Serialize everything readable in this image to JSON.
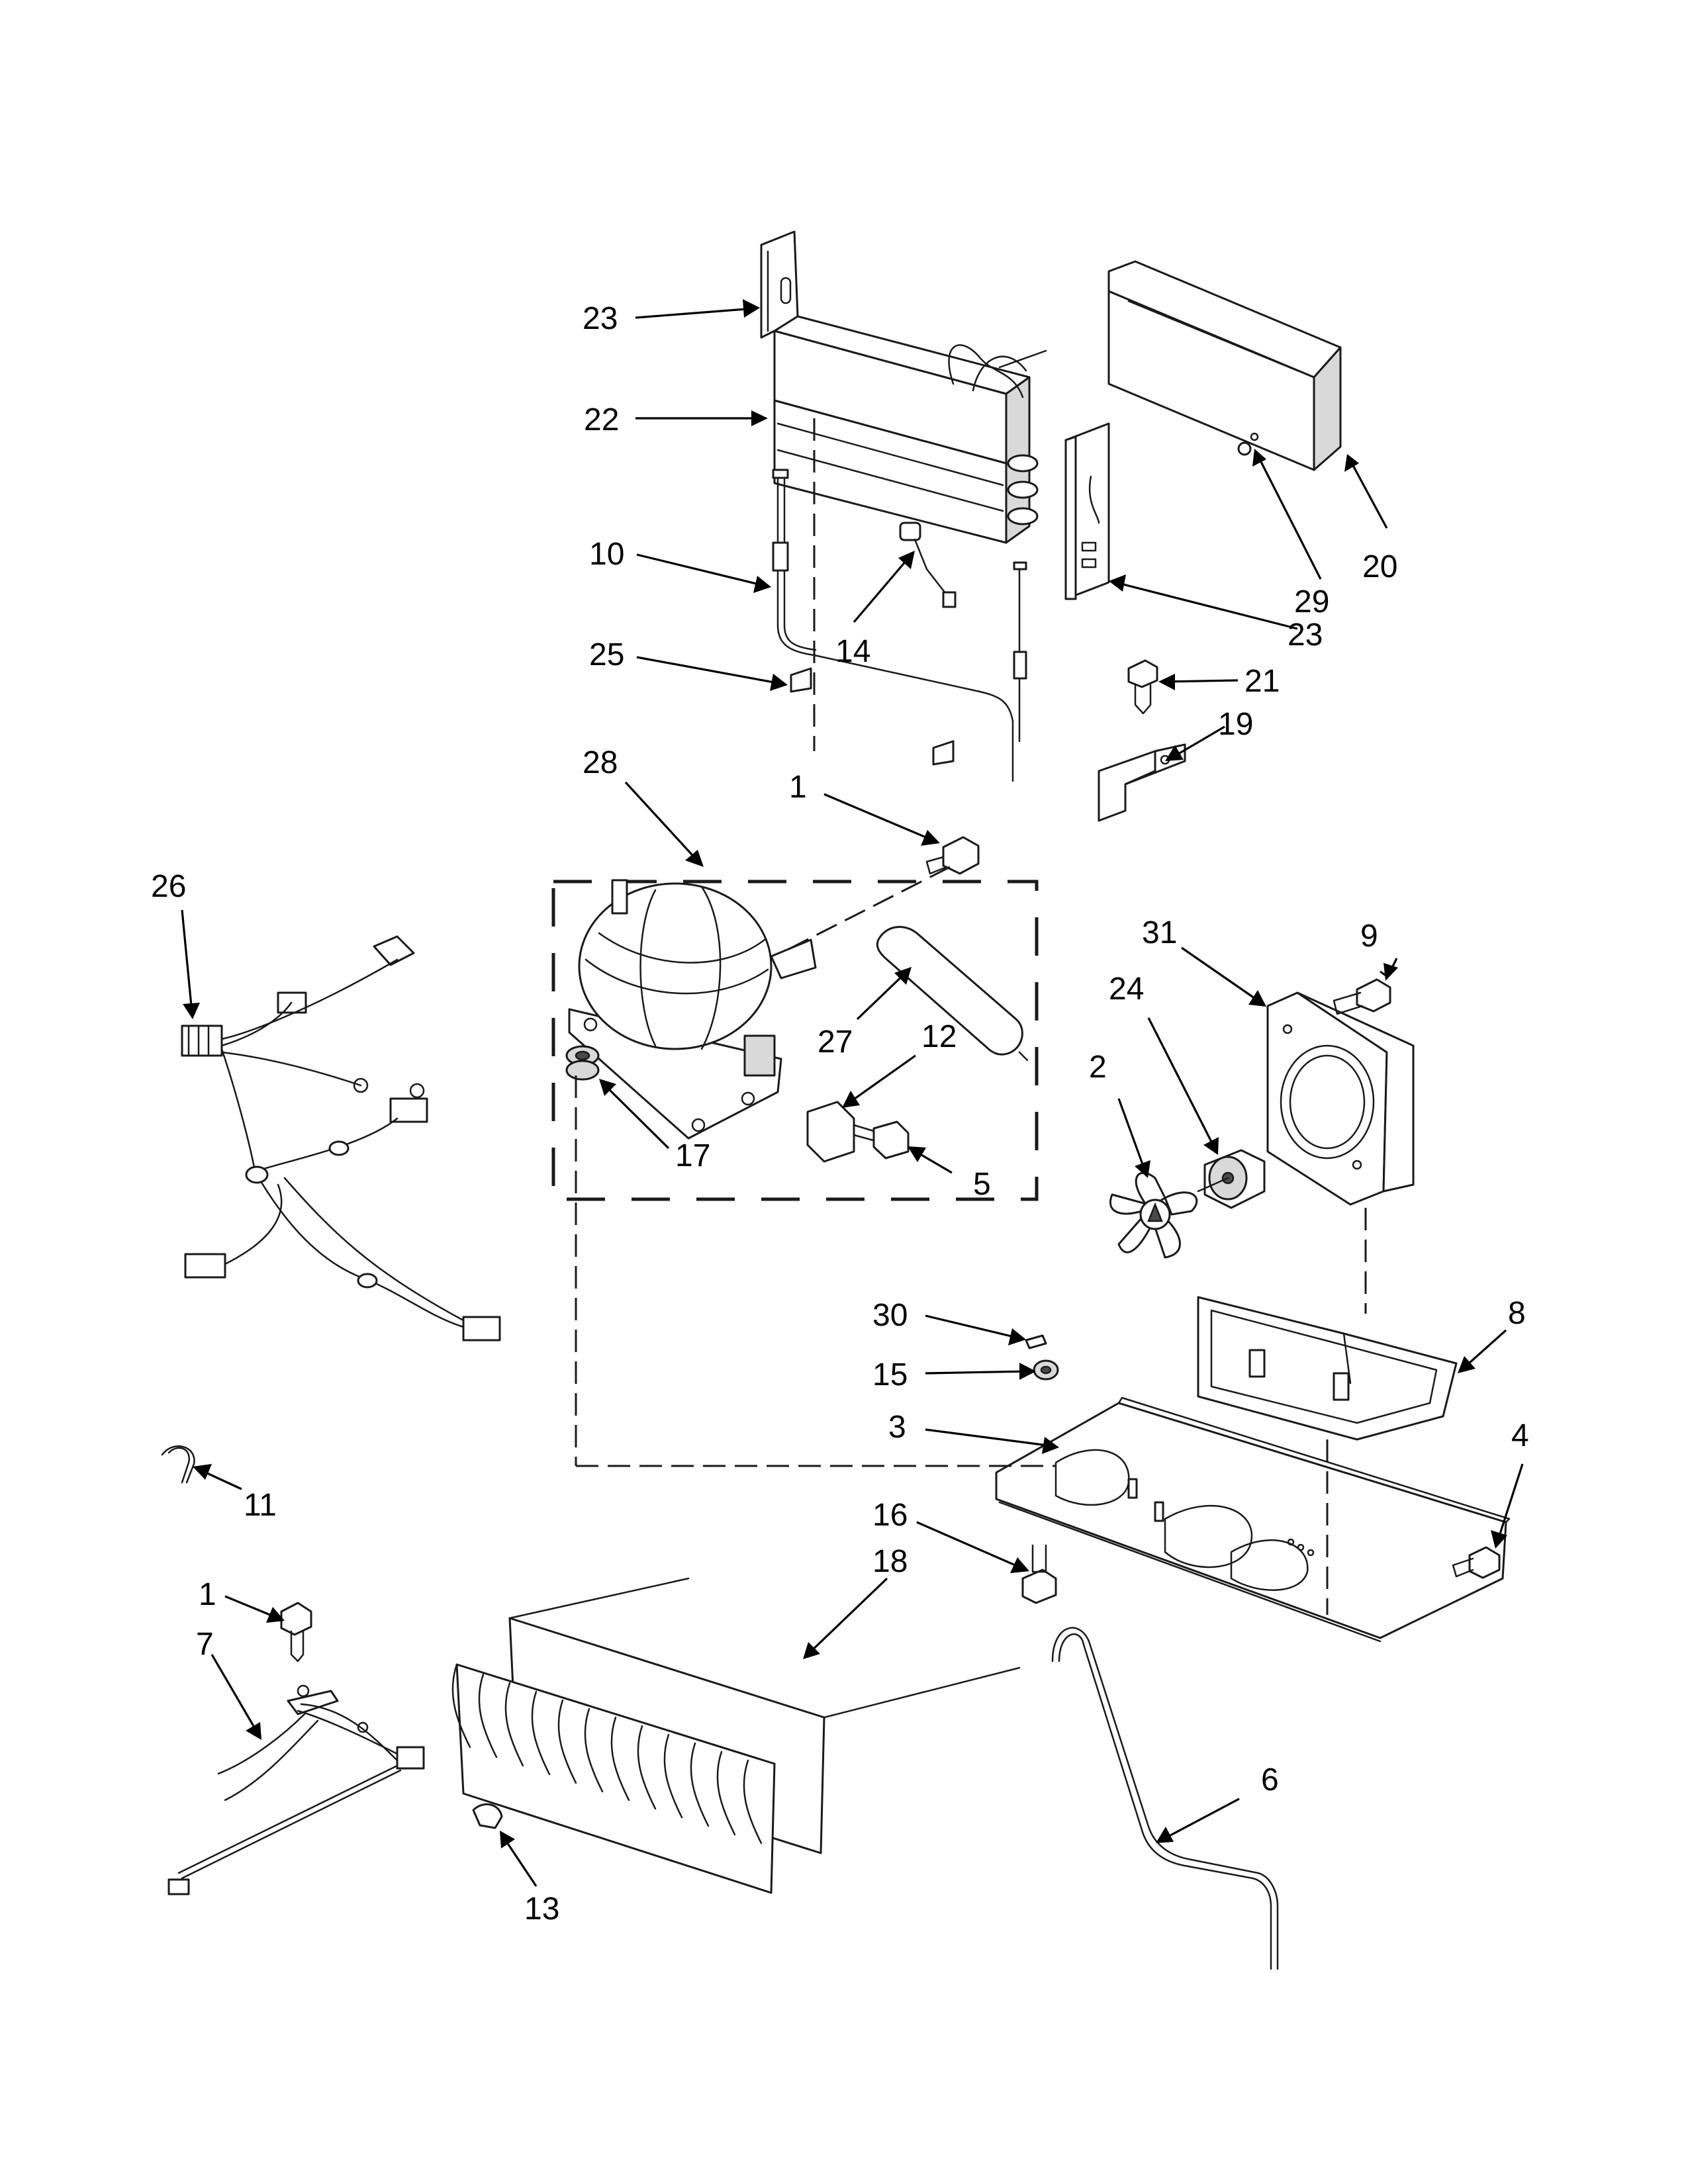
{
  "callouts": [
    {
      "text": "23"
    },
    {
      "text": "22"
    },
    {
      "text": "10"
    },
    {
      "text": "14"
    },
    {
      "text": "25"
    },
    {
      "text": "20"
    },
    {
      "text": "29"
    },
    {
      "text": "23"
    },
    {
      "text": "21"
    },
    {
      "text": "19"
    },
    {
      "text": "28"
    },
    {
      "text": "1"
    },
    {
      "text": "26"
    },
    {
      "text": "27"
    },
    {
      "text": "12"
    },
    {
      "text": "17"
    },
    {
      "text": "5"
    },
    {
      "text": "31"
    },
    {
      "text": "9"
    },
    {
      "text": "24"
    },
    {
      "text": "2"
    },
    {
      "text": "30"
    },
    {
      "text": "15"
    },
    {
      "text": "8"
    },
    {
      "text": "3"
    },
    {
      "text": "4"
    },
    {
      "text": "11"
    },
    {
      "text": "16"
    },
    {
      "text": "18"
    },
    {
      "text": "1"
    },
    {
      "text": "7"
    },
    {
      "text": "6"
    },
    {
      "text": "13"
    }
  ]
}
